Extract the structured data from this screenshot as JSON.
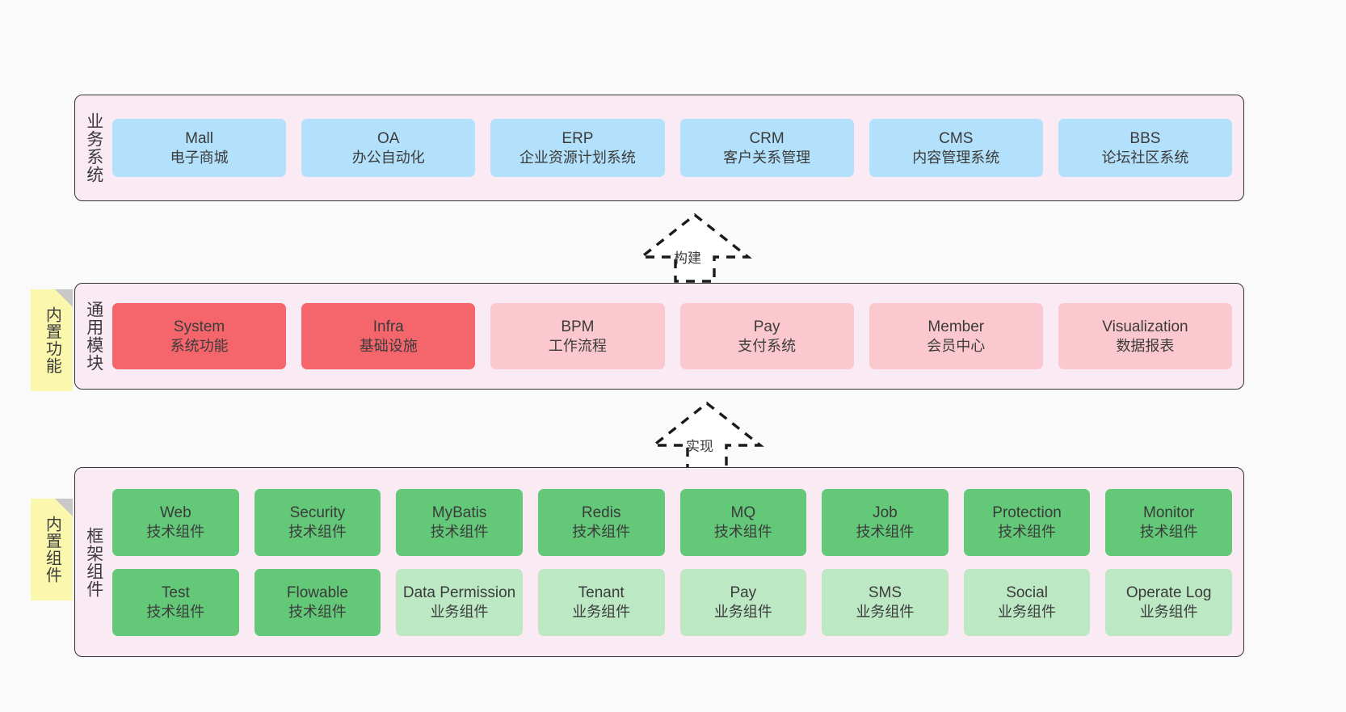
{
  "diagram": {
    "background_color": "#fafafa",
    "layer_bg_color": "#faeaf4",
    "layer_border_color": "#333333",
    "sticky_color": "#fbf8ad",
    "sticky_fold_color": "#c8c8c8"
  },
  "layers": [
    {
      "id": "business-systems",
      "label": "业务系统",
      "sticky": null,
      "rows": [
        {
          "cards": [
            {
              "en": "Mall",
              "cn": "电子商城",
              "style": "blue",
              "color": "#b3e0fb"
            },
            {
              "en": "OA",
              "cn": "办公自动化",
              "style": "blue",
              "color": "#b3e0fb"
            },
            {
              "en": "ERP",
              "cn": "企业资源计划系统",
              "style": "blue",
              "color": "#b3e0fb"
            },
            {
              "en": "CRM",
              "cn": "客户关系管理",
              "style": "blue",
              "color": "#b3e0fb"
            },
            {
              "en": "CMS",
              "cn": "内容管理系统",
              "style": "blue",
              "color": "#b3e0fb"
            },
            {
              "en": "BBS",
              "cn": "论坛社区系统",
              "style": "blue",
              "color": "#b3e0fb"
            }
          ]
        }
      ]
    },
    {
      "id": "common-modules",
      "label": "通用模块",
      "sticky": "内置功能",
      "rows": [
        {
          "cards": [
            {
              "en": "System",
              "cn": "系统功能",
              "style": "red",
              "color": "#f4666c"
            },
            {
              "en": "Infra",
              "cn": "基础设施",
              "style": "red",
              "color": "#f4666c"
            },
            {
              "en": "BPM",
              "cn": "工作流程",
              "style": "pink",
              "color": "#fbc8cf"
            },
            {
              "en": "Pay",
              "cn": "支付系统",
              "style": "pink",
              "color": "#fbc8cf"
            },
            {
              "en": "Member",
              "cn": "会员中心",
              "style": "pink",
              "color": "#fbc8cf"
            },
            {
              "en": "Visualization",
              "cn": "数据报表",
              "style": "pink",
              "color": "#fbc8cf"
            }
          ]
        }
      ]
    },
    {
      "id": "framework-components",
      "label": "框架组件",
      "sticky": "内置组件",
      "rows": [
        {
          "cards": [
            {
              "en": "Web",
              "cn": "技术组件",
              "style": "green",
              "color": "#63c878"
            },
            {
              "en": "Security",
              "cn": "技术组件",
              "style": "green",
              "color": "#63c878"
            },
            {
              "en": "MyBatis",
              "cn": "技术组件",
              "style": "green",
              "color": "#63c878"
            },
            {
              "en": "Redis",
              "cn": "技术组件",
              "style": "green",
              "color": "#63c878"
            },
            {
              "en": "MQ",
              "cn": "技术组件",
              "style": "green",
              "color": "#63c878"
            },
            {
              "en": "Job",
              "cn": "技术组件",
              "style": "green",
              "color": "#63c878"
            },
            {
              "en": "Protection",
              "cn": "技术组件",
              "style": "green",
              "color": "#63c878"
            },
            {
              "en": "Monitor",
              "cn": "技术组件",
              "style": "green",
              "color": "#63c878"
            }
          ]
        },
        {
          "cards": [
            {
              "en": "Test",
              "cn": "技术组件",
              "style": "green",
              "color": "#63c878"
            },
            {
              "en": "Flowable",
              "cn": "技术组件",
              "style": "green",
              "color": "#63c878"
            },
            {
              "en": "Data Permission",
              "cn": "业务组件",
              "style": "lightgreen",
              "color": "#bde8c4"
            },
            {
              "en": "Tenant",
              "cn": "业务组件",
              "style": "lightgreen",
              "color": "#bde8c4"
            },
            {
              "en": "Pay",
              "cn": "业务组件",
              "style": "lightgreen",
              "color": "#bde8c4"
            },
            {
              "en": "SMS",
              "cn": "业务组件",
              "style": "lightgreen",
              "color": "#bde8c4"
            },
            {
              "en": "Social",
              "cn": "业务组件",
              "style": "lightgreen",
              "color": "#bde8c4"
            },
            {
              "en": "Operate Log",
              "cn": "业务组件",
              "style": "lightgreen",
              "color": "#bde8c4"
            }
          ]
        }
      ]
    }
  ],
  "connectors": [
    {
      "id": "build",
      "label": "构建",
      "from": "common-modules",
      "to": "business-systems"
    },
    {
      "id": "implement",
      "label": "实现",
      "from": "framework-components",
      "to": "common-modules"
    }
  ]
}
